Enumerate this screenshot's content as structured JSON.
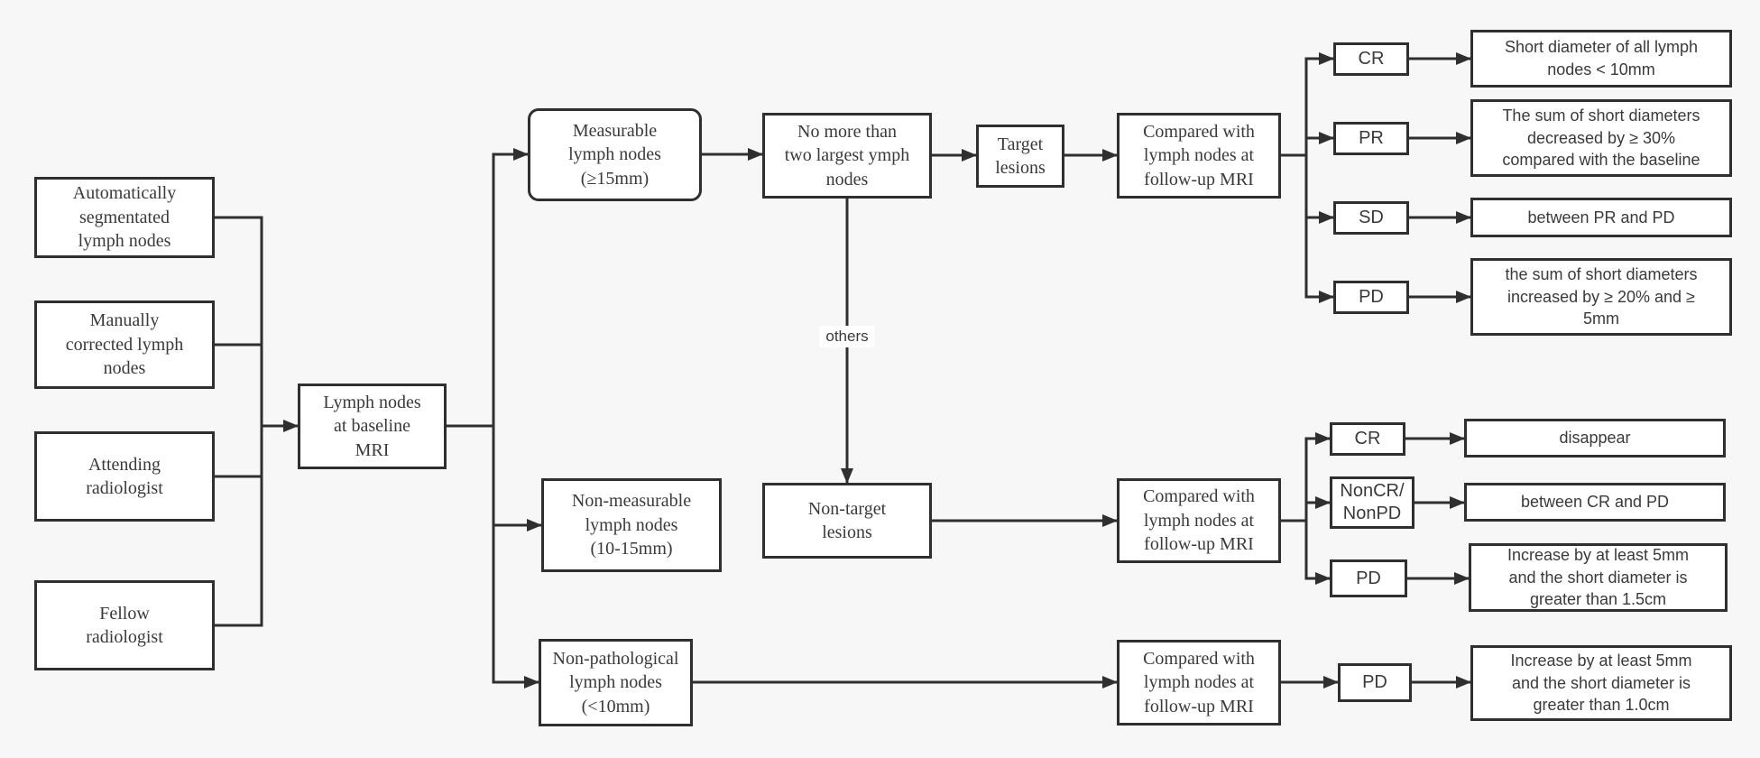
{
  "palette": {
    "background": "#f7f7f8",
    "box_fill": "#ffffff",
    "border_color": "#2f2f2f",
    "line_color": "#2f2f2f",
    "text_color": "#3a3a3a"
  },
  "nodes": {
    "auto_seg": {
      "label": "Automatically\nsegmentated\nlymph nodes"
    },
    "manual": {
      "label": "Manually\ncorrected lymph\nnodes"
    },
    "attending": {
      "label": "Attending\nradiologist"
    },
    "fellow": {
      "label": "Fellow\nradiologist"
    },
    "baseline": {
      "label": "Lymph nodes\nat baseline\nMRI"
    },
    "measurable": {
      "label": "Measurable\nlymph nodes\n(≥15mm)"
    },
    "no_more_than_two": {
      "label": "No more than\ntwo largest ymph\nnodes"
    },
    "target_lesions": {
      "label": "Target\nlesions"
    },
    "compared_top": {
      "label": "Compared with\nlymph nodes at\nfollow-up MRI"
    },
    "cr1": {
      "label": "CR"
    },
    "pr": {
      "label": "PR"
    },
    "sd": {
      "label": "SD"
    },
    "pd1": {
      "label": "PD"
    },
    "desc_cr1": {
      "label": "Short diameter of all lymph\nnodes < 10mm"
    },
    "desc_pr": {
      "label": "The sum of short diameters\ndecreased by ≥ 30%\ncompared with the baseline"
    },
    "desc_sd": {
      "label": "between PR and PD"
    },
    "desc_pd1": {
      "label": "the sum of short diameters\nincreased by ≥ 20% and ≥\n5mm"
    },
    "others": {
      "label": "others"
    },
    "non_measurable": {
      "label": "Non-measurable\nlymph nodes\n(10-15mm)"
    },
    "non_target_lesions": {
      "label": "Non-target\nlesions"
    },
    "compared_mid": {
      "label": "Compared with\nlymph nodes at\nfollow-up MRI"
    },
    "cr2": {
      "label": "CR"
    },
    "noncr_nonpd": {
      "label": "NonCR/\nNonPD"
    },
    "pd2": {
      "label": "PD"
    },
    "desc_cr2": {
      "label": "disappear"
    },
    "desc_noncr": {
      "label": "between CR and PD"
    },
    "desc_pd2": {
      "label": "Increase by at least 5mm\nand the short diameter is\ngreater than 1.5cm"
    },
    "non_pathological": {
      "label": "Non-pathological\nlymph nodes\n(<10mm)"
    },
    "compared_bottom": {
      "label": "Compared with\nlymph nodes at\nfollow-up MRI"
    },
    "pd3": {
      "label": "PD"
    },
    "desc_pd3": {
      "label": "Increase by at least 5mm\nand the short diameter is\ngreater than 1.0cm"
    }
  }
}
